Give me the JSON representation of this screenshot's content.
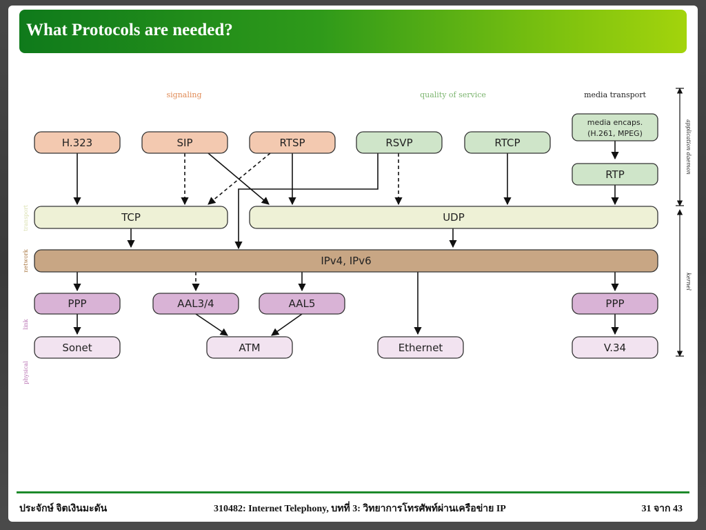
{
  "title": "What Protocols are needed?",
  "diagram": {
    "categories": {
      "signaling": "signaling",
      "qos": "quality of service",
      "media_transport": "media transport"
    },
    "side_labels": {
      "application": "application daemon",
      "transport": "transport",
      "kernel": "kernel",
      "network": "network",
      "link": "link",
      "physical": "physical"
    },
    "boxes": {
      "h323": "H.323",
      "sip": "SIP",
      "rtsp": "RTSP",
      "rsvp": "RSVP",
      "rtcp": "RTCP",
      "media_encaps_1": "media encaps.",
      "media_encaps_2": "(H.261, MPEG)",
      "rtp": "RTP",
      "tcp": "TCP",
      "udp": "UDP",
      "ip": "IPv4, IPv6",
      "ppp_left": "PPP",
      "aal34": "AAL3/4",
      "aal5": "AAL5",
      "ppp_right": "PPP",
      "sonet": "Sonet",
      "atm": "ATM",
      "ethernet": "Ethernet",
      "v34": "V.34"
    },
    "colors": {
      "signaling": "#f3c9b0",
      "qos": "#cfe5c9",
      "transport": "#eef1d6",
      "network": "#c8a684",
      "link": "#d9b3d6",
      "physical": "#f2e3f0",
      "signaling_text": "#e08a55",
      "qos_text": "#7cb56f",
      "network_text": "#a8753f",
      "link_text": "#b66cb0"
    }
  },
  "footer": {
    "author": "ประจักษ์ จิตเงินมะดัน",
    "course": "310482: Internet Telephony, บทที่ 3: วิทยาการโทรศัพท์ผ่านเครือข่าย IP",
    "page": "31 จาก 43"
  }
}
